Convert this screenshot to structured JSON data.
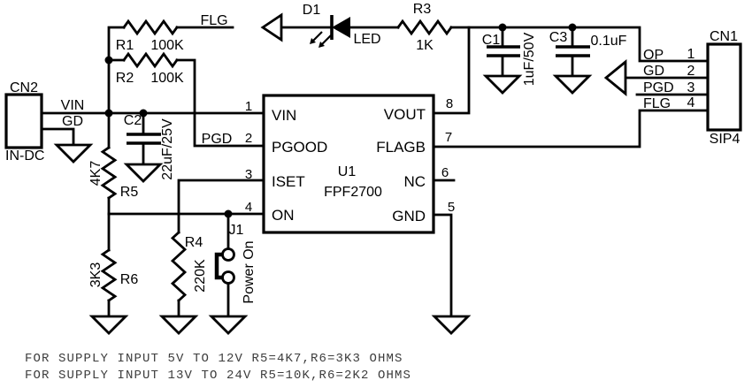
{
  "connectors": {
    "cn2": {
      "ref": "CN2",
      "package": "IN-DC",
      "pin_vin": "VIN",
      "pin_gd": "GD"
    },
    "cn1": {
      "ref": "CN1",
      "package": "SIP4",
      "pins": [
        {
          "label": "OP",
          "num": "1"
        },
        {
          "label": "GD",
          "num": "2"
        },
        {
          "label": "PGD",
          "num": "3"
        },
        {
          "label": "FLG",
          "num": "4"
        }
      ]
    }
  },
  "ic": {
    "ref": "U1",
    "part": "FPF2700",
    "pins_left": [
      {
        "name": "VIN",
        "num": "1"
      },
      {
        "name": "PGOOD",
        "num": "2"
      },
      {
        "name": "ISET",
        "num": "3"
      },
      {
        "name": "ON",
        "num": "4"
      }
    ],
    "pins_right": [
      {
        "name": "VOUT",
        "num": "8"
      },
      {
        "name": "FLAGB",
        "num": "7"
      },
      {
        "name": "NC",
        "num": "6"
      },
      {
        "name": "GND",
        "num": "5"
      }
    ]
  },
  "resistors": {
    "r1": {
      "ref": "R1",
      "value": "100K"
    },
    "r2": {
      "ref": "R2",
      "value": "100K"
    },
    "r3": {
      "ref": "R3",
      "value": "1K"
    },
    "r4": {
      "ref": "R4",
      "value": "220K"
    },
    "r5": {
      "ref": "R5",
      "value": "4K7"
    },
    "r6": {
      "ref": "R6",
      "value": "3K3"
    }
  },
  "capacitors": {
    "c1": {
      "ref": "C1",
      "value": "1uF/50V"
    },
    "c2": {
      "ref": "C2",
      "value": "22uF/25V"
    },
    "c3": {
      "ref": "C3",
      "value": "0.1uF"
    }
  },
  "diode": {
    "ref": "D1",
    "type": "LED"
  },
  "jumper": {
    "ref": "J1",
    "label": "Power On"
  },
  "net_labels": {
    "flg": "FLG",
    "pgd": "PGD"
  },
  "notes": [
    "FOR SUPPLY INPUT 5V TO 12V R5=4K7,R6=3K3 OHMS",
    "FOR SUPPLY INPUT 13V TO 24V R5=10K,R6=2K2 OHMS"
  ],
  "colors": {
    "line": "#000000",
    "background": "#ffffff",
    "note_text": "#3d3d3d"
  }
}
